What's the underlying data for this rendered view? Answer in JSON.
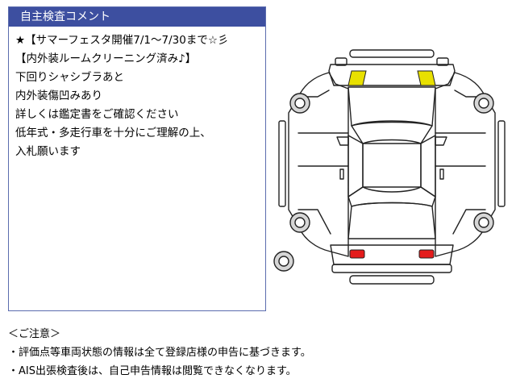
{
  "comment_panel": {
    "header": "自主検査コメント",
    "lines": [
      "★【サマーフェスタ開催7/1～7/30まで☆彡",
      "【内外装ルームクリーニング済み♪】",
      "下回りシャシブラあと",
      "内外装傷凹みあり",
      "詳しくは鑑定書をご確認ください",
      "低年式・多走行車を十分にご理解の上、",
      "入札願います"
    ]
  },
  "diagram": {
    "icon": "car-inspection-diagram-icon",
    "colors": {
      "outline": "#222222",
      "headlight": "#e8e000",
      "taillight": "#e41b1b"
    }
  },
  "notes": {
    "title": "＜ご注意＞",
    "items": [
      "・評価点等車両状態の情報は全て登録店様の申告に基づきます。",
      "・AIS出張検査後は、自己申告情報は閲覧できなくなります。"
    ]
  }
}
